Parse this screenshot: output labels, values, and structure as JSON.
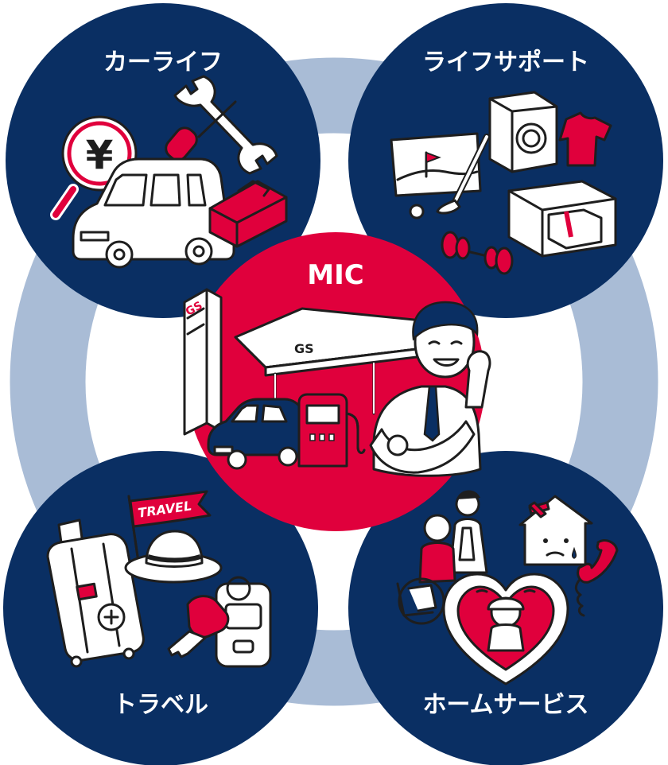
{
  "title": "MIC",
  "categories": [
    {
      "id": "car-life",
      "label": "カーライフ"
    },
    {
      "id": "life-support",
      "label": "ライフサポート"
    },
    {
      "id": "travel",
      "label": "トラベル"
    },
    {
      "id": "home-service",
      "label": "ホームサービス"
    }
  ],
  "illustration_text": {
    "yen_symbol": "¥",
    "gs_pole": "GS",
    "gs_canopy": "GS",
    "travel_flag": "TRAVEL"
  },
  "colors": {
    "navy": "#0a2f63",
    "red": "#e0003c",
    "ring": "#a9bcd6",
    "white": "#ffffff"
  }
}
